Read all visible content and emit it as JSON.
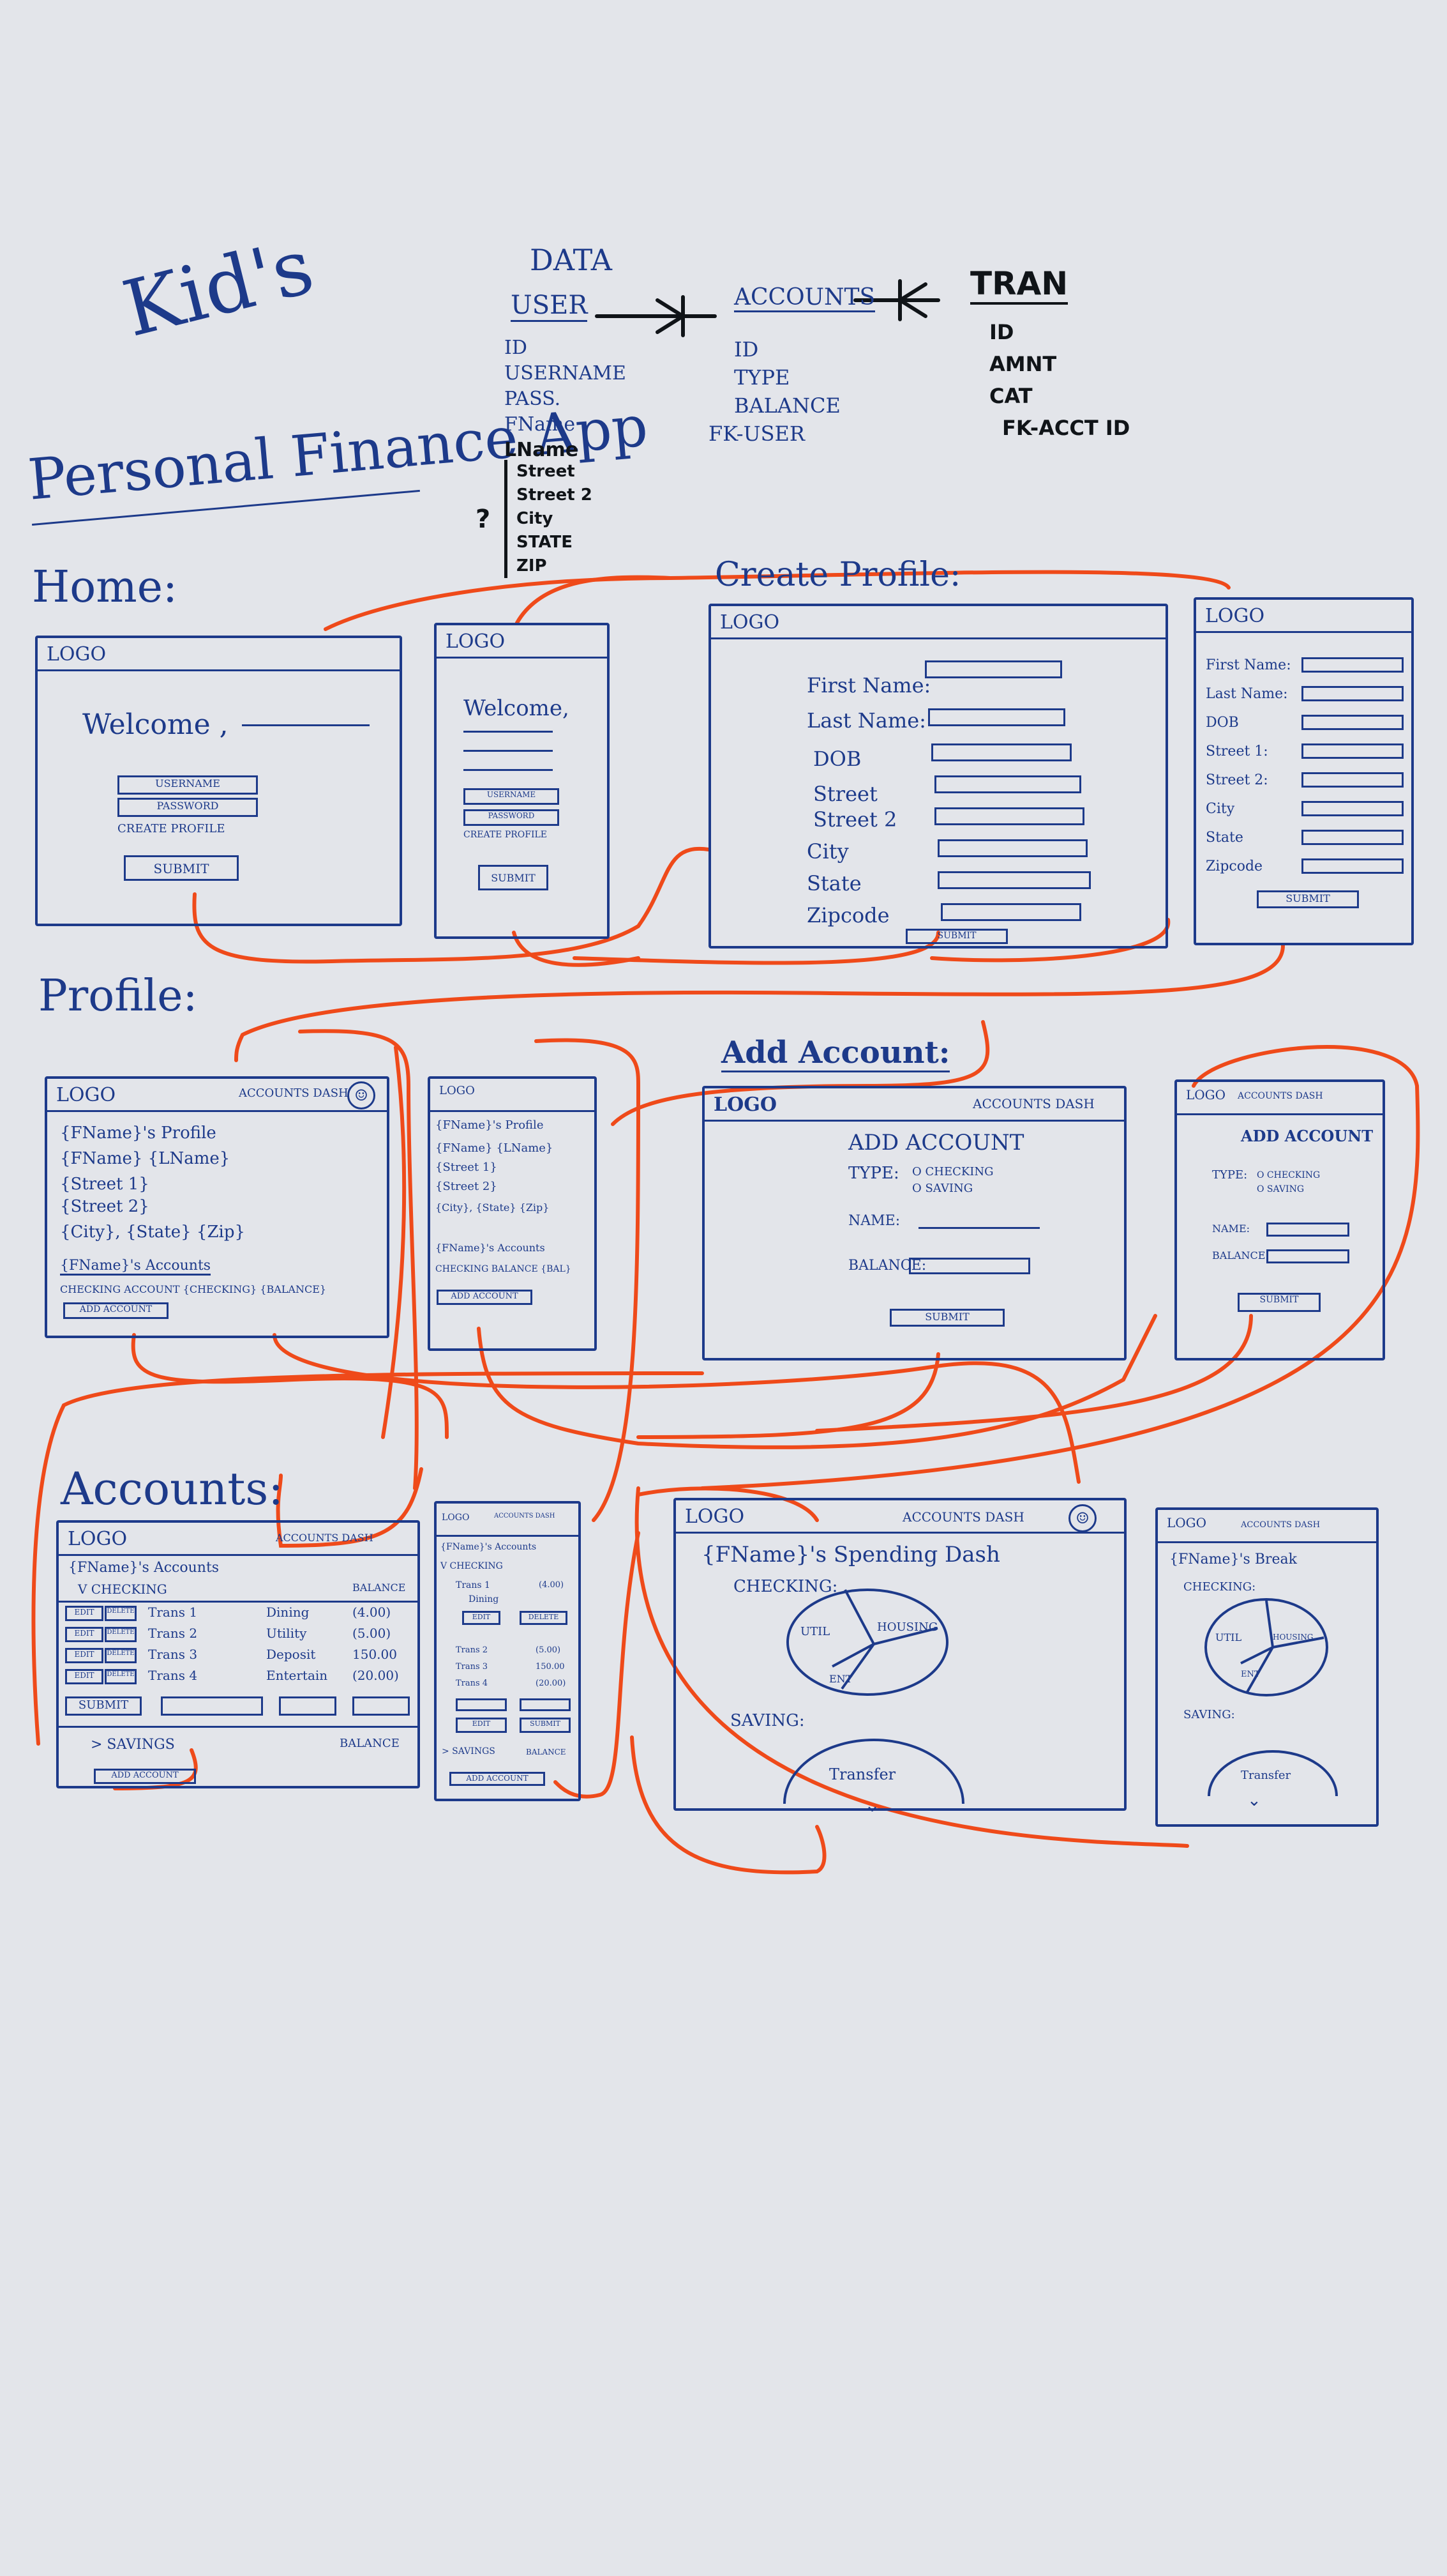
{
  "title": {
    "author": "Kid's",
    "app": "Personal Finance App"
  },
  "data_model": {
    "heading": "DATA",
    "user": {
      "label": "USER",
      "fields": [
        "ID",
        "USERNAME",
        "PASS.",
        "FName",
        "LName"
      ]
    },
    "address_fields": [
      "Street",
      "Street 2",
      "City",
      "STATE",
      "ZIP"
    ],
    "address_mark": "?",
    "accounts": {
      "label": "ACCOUNTS",
      "fields": [
        "ID",
        "TYPE",
        "BALANCE",
        "FK-USER"
      ]
    },
    "tran": {
      "label": "TRAN",
      "fields": [
        "ID",
        "AMNT",
        "CAT",
        "FK-ACCT ID"
      ]
    }
  },
  "sections": {
    "home": "Home:",
    "create_profile": "Create Profile:",
    "profile": "Profile:",
    "add_account": "Add Account:",
    "accounts": "Accounts:"
  },
  "common": {
    "logo": "LOGO",
    "submit": "SUBMIT"
  },
  "home": {
    "welcome": "Welcome ,",
    "welcome_small": "Welcome,",
    "username": "USERNAME",
    "password": "PASSWORD",
    "create_link": "CREATE PROFILE"
  },
  "create_profile": {
    "fields": [
      "First Name:",
      "Last Name:",
      "DOB",
      "Street",
      "Street 2",
      "City",
      "State",
      "Zipcode"
    ],
    "fields_small": [
      "First Name:",
      "Last Name:",
      "DOB",
      "Street 1:",
      "Street 2:",
      "City",
      "State",
      "Zipcode"
    ]
  },
  "profile": {
    "nav": "ACCOUNTS  DASH",
    "title": "{FName}'s Profile",
    "name": "{FName} {LName}",
    "street1": "{Street 1}",
    "street2": "{Street 2}",
    "cityline": "{City}, {State} {Zip}",
    "accounts_heading": "{FName}'s Accounts",
    "accounts_row": "CHECKING ACCOUNT {CHECKING} {BALANCE}",
    "accounts_row_small": "CHECKING BALANCE {BAL}",
    "add_button": "ADD ACCOUNT"
  },
  "add_account": {
    "heading": "ADD ACCOUNT",
    "type_label": "TYPE:",
    "options": [
      "O CHECKING",
      "O SAVING"
    ],
    "name_label": "NAME:",
    "balance_label": "BALANCE:"
  },
  "accounts": {
    "nav": "ACCOUNTS  DASH",
    "title": "{FName}'s Accounts",
    "checking": "V CHECKING",
    "balance": "BALANCE",
    "trans": [
      {
        "name": "Trans 1",
        "cat": "Dining",
        "amt": "(4.00)"
      },
      {
        "name": "Trans 2",
        "cat": "Utility",
        "amt": "(5.00)"
      },
      {
        "name": "Trans 3",
        "cat": "Deposit",
        "amt": "150.00"
      },
      {
        "name": "Trans 4",
        "cat": "Entertain",
        "amt": "(20.00)"
      }
    ],
    "edit": "EDIT",
    "delete": "DELETE",
    "savings": "> SAVINGS",
    "add_button": "ADD ACCOUNT"
  },
  "dash": {
    "nav": "ACCOUNTS  DASH",
    "title": "{FName}'s Spending Dash",
    "title_small": "{FName}'s Break",
    "checking": "CHECKING:",
    "saving": "SAVING:",
    "slices": [
      "UTIL",
      "HOUSING",
      "ENT"
    ],
    "transfer": "Transfer"
  },
  "colors": {
    "ink": "#1d3a8a",
    "arrows": "#ef4a1a",
    "board": "#e3e5ea",
    "marker": "#101418"
  }
}
